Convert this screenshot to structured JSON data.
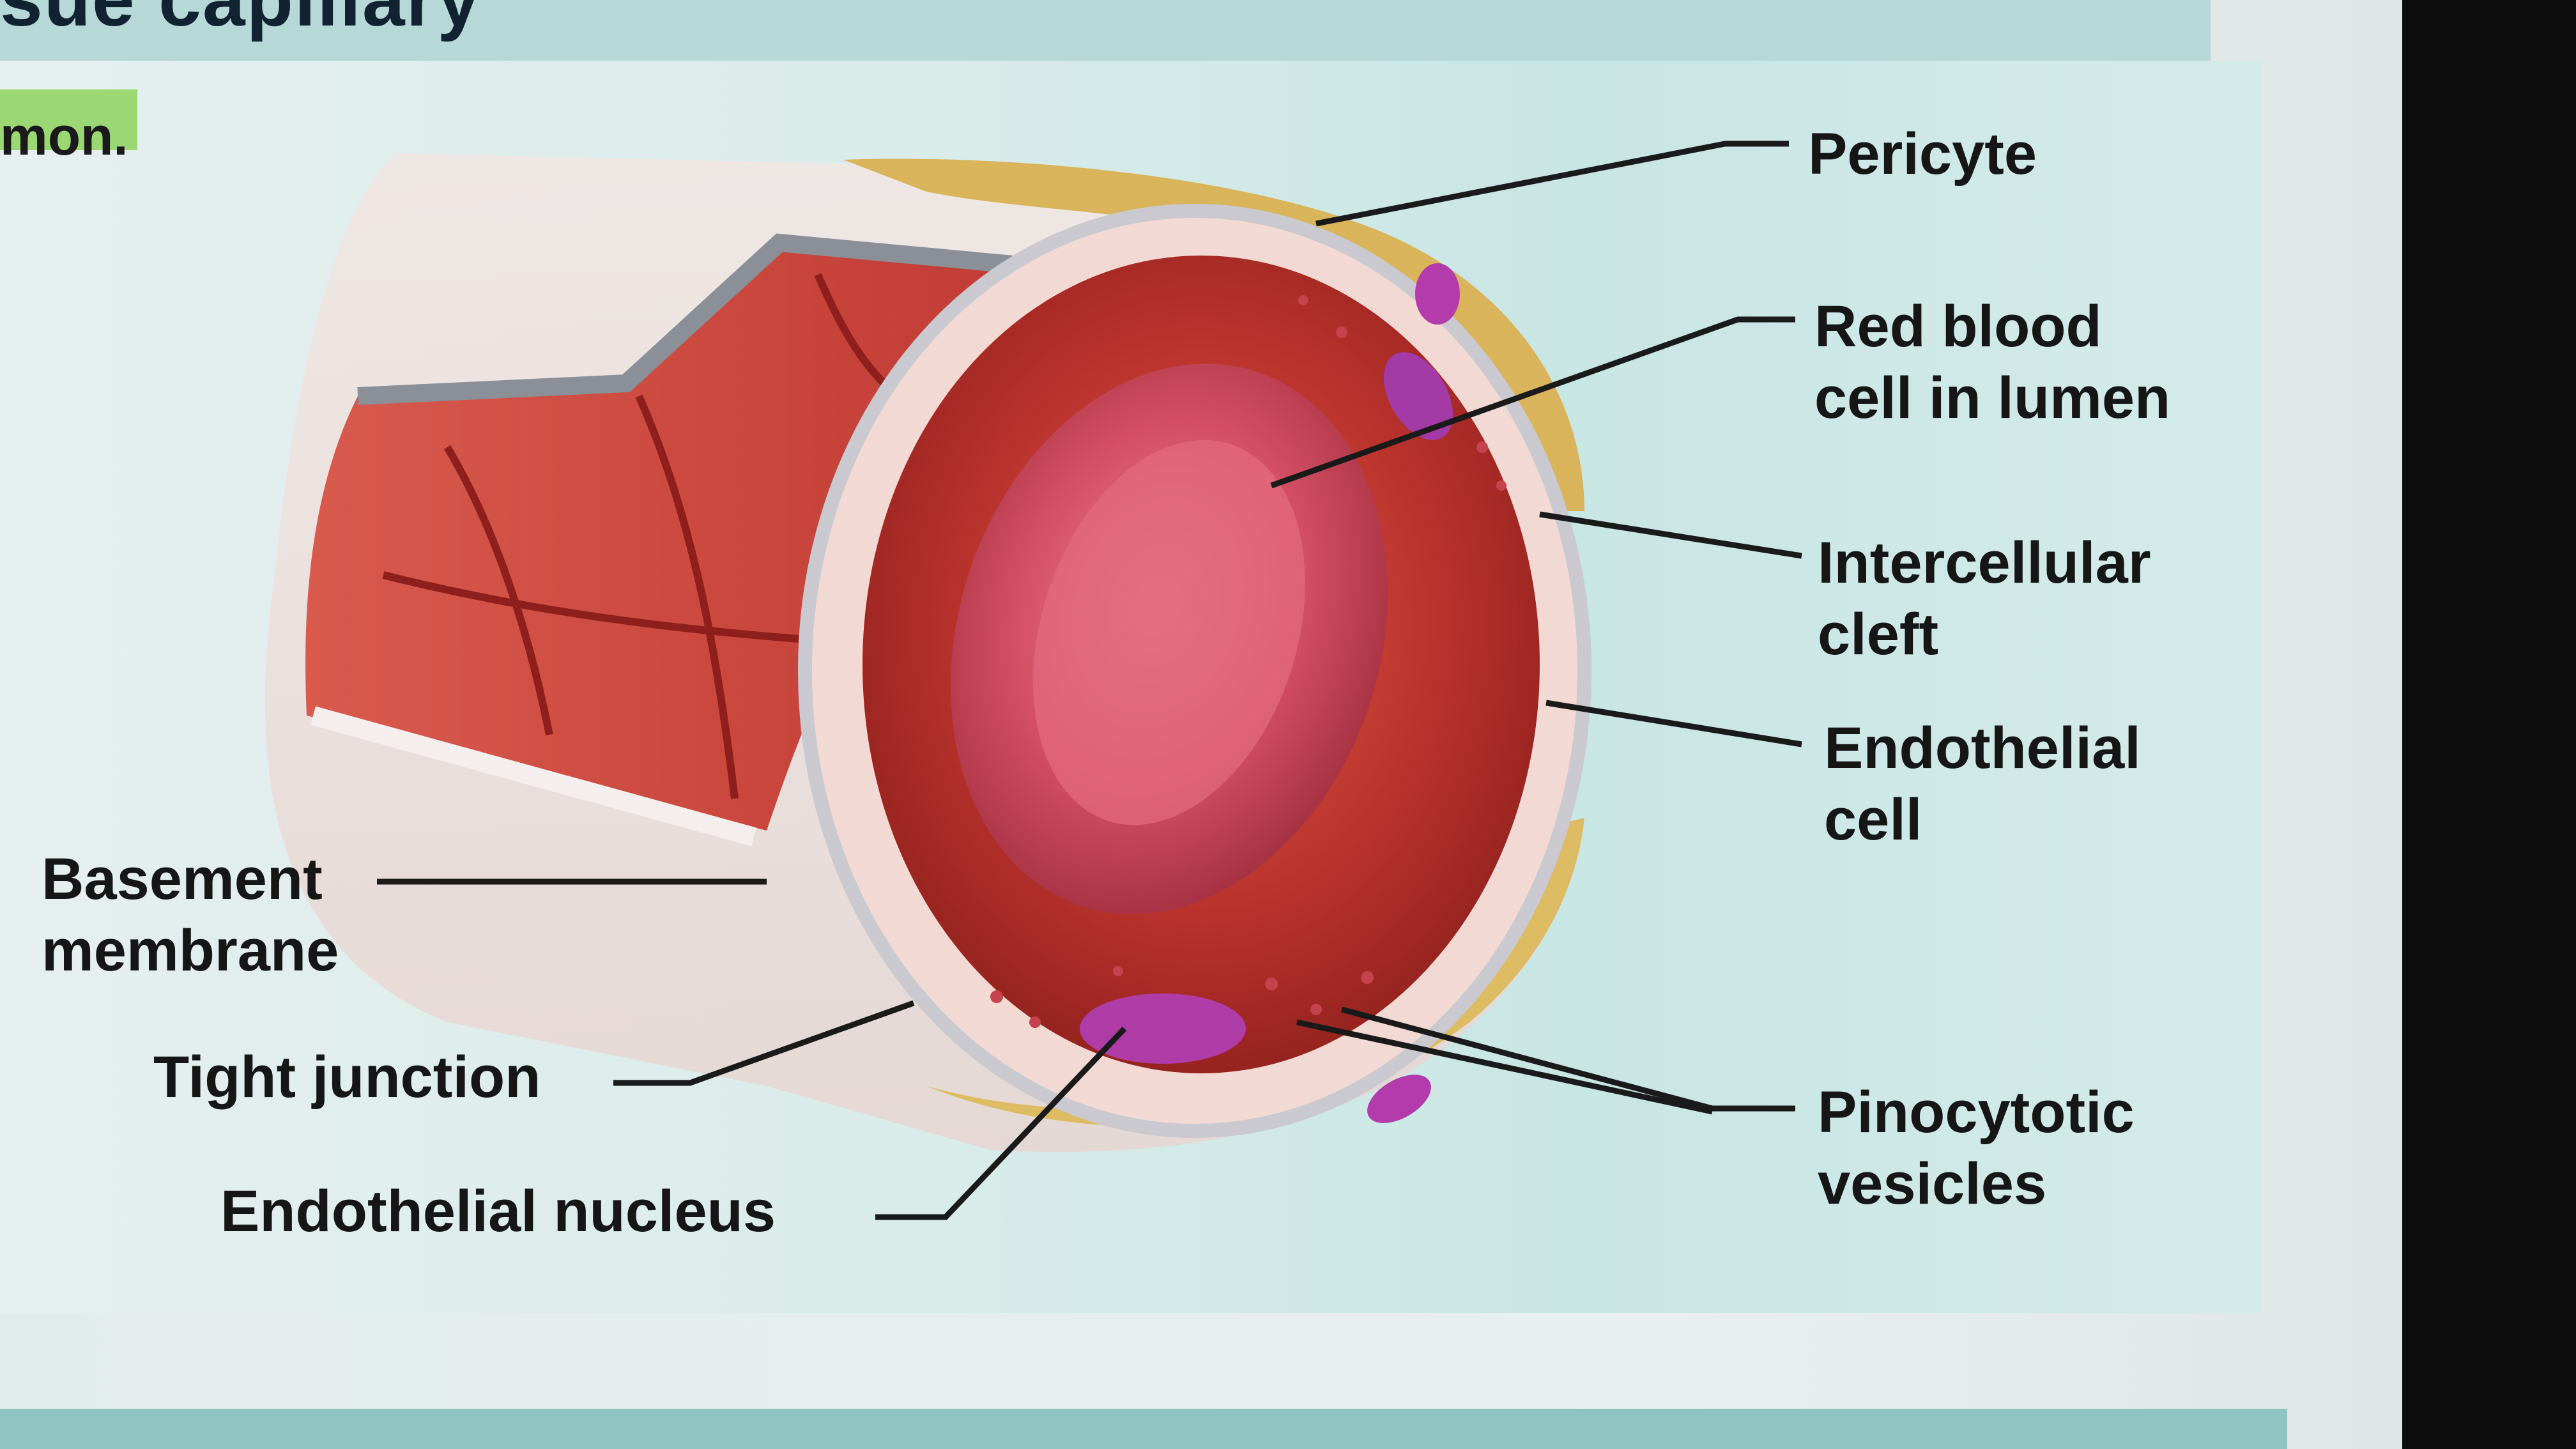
{
  "header": {
    "partial_title": "sue capillary",
    "highlighted_text": "mon."
  },
  "labels": {
    "pericyte": "Pericyte",
    "red_blood_cell_line1": "Red blood",
    "red_blood_cell_line2": "cell in lumen",
    "intercellular_cleft_line1": "Intercellular",
    "intercellular_cleft_line2": "cleft",
    "endothelial_cell_line1": "Endothelial",
    "endothelial_cell_line2": "cell",
    "basement_membrane_line1": "Basement",
    "basement_membrane_line2": "membrane",
    "tight_junction": "Tight junction",
    "endothelial_nucleus": "Endothelial nucleus",
    "pinocytotic_vesicles_line1": "Pinocytotic",
    "pinocytotic_vesicles_line2": "vesicles"
  },
  "colors": {
    "lumen_red": "#b8322c",
    "rbc_pink": "#e0607a",
    "endothelium_pale": "#f3d9d4",
    "pericyte_yellow": "#d9b45a",
    "nucleus_purple": "#b03ca8",
    "label_text": "#161616"
  }
}
